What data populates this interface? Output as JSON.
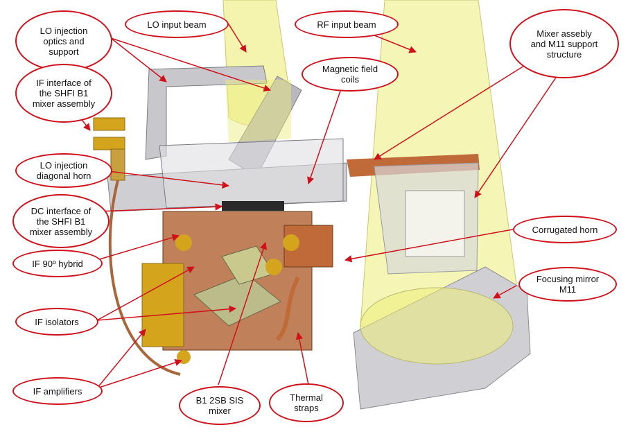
{
  "labels": {
    "lo_injection_optics": "LO injection\noptics and\nsupport",
    "lo_input_beam": "LO input beam",
    "rf_input_beam": "RF input beam",
    "mixer_assembly_support": "Mixer assebly\nand M11 support\nstructure",
    "if_interface": "IF interface of\nthe SHFI B1\nmixer assembly",
    "magnetic_field_coils": "Magnetic field\ncoils",
    "lo_injection_horn": "LO injection\ndiagonal horn",
    "dc_interface": "DC interface of\nthe SHFI B1\nmixer assembly",
    "corrugated_horn": "Corrugated horn",
    "if_hybrid": "IF 90º hybrid",
    "focusing_mirror": "Focusing mirror\nM11",
    "if_isolators": "IF isolators",
    "if_amplifiers": "IF amplifiers",
    "sis_mixer": "B1 2SB SIS\nmixer",
    "thermal_straps": "Thermal\nstraps"
  },
  "colors": {
    "callout_border": "#d0101a",
    "beam": "#ecec7a",
    "metal": "#c8c8cc",
    "copper": "#c06a3a",
    "gold": "#d4a51c"
  }
}
